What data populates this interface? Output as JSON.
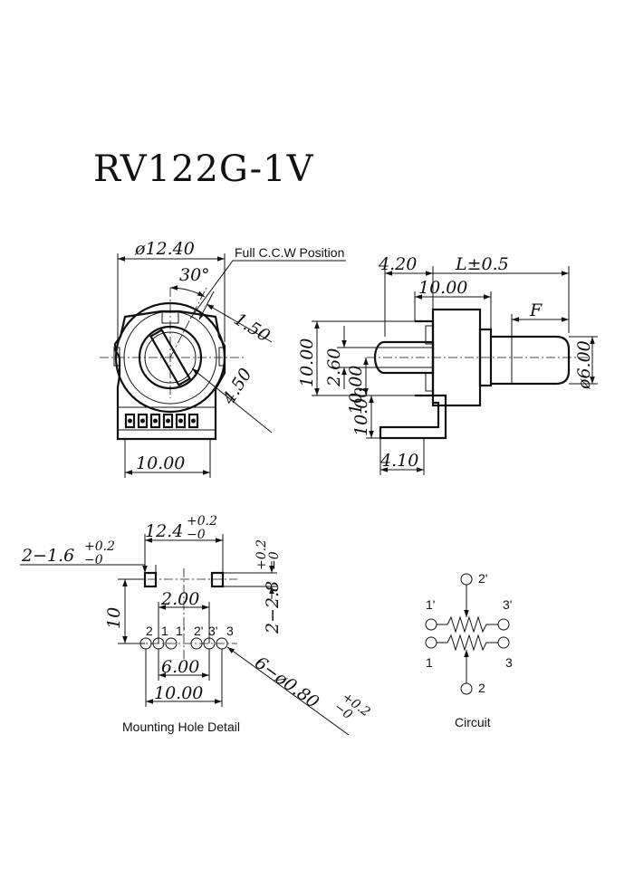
{
  "title": "RV122G-1V",
  "front_view": {
    "diameter": "ø12.40",
    "angle": "30°",
    "ccw_label": "Full C.C.W Position",
    "dim_150": "1.50",
    "dim_450": "4.50",
    "dim_1000": "10.00"
  },
  "side_view": {
    "dim_420": "4.20",
    "dim_length": "L±0.5",
    "dim_1000_top": "10.00",
    "dim_f": "F",
    "dim_1000_left": "10.00",
    "dim_260": "2.60",
    "dim_1000_mid": "10.00",
    "dim_1000_low": "10.00",
    "dim_shaft": "ø6.00",
    "dim_410": "4.10"
  },
  "mounting": {
    "label": "Mounting Hole Detail",
    "dim_124": "12.4",
    "tol_124": [
      "+0.2",
      "−0"
    ],
    "dim_holes": "2−1.6",
    "tol_holes": [
      "+0.2",
      "−0"
    ],
    "dim_side": "2−2.8",
    "tol_side": [
      "+0.2",
      "−0"
    ],
    "dim_10": "10",
    "dim_200": "2.00",
    "dim_600": "6.00",
    "dim_1000": "10.00",
    "dim_pins": "6−ø0.80",
    "tol_pins": [
      "+0.2",
      "−0"
    ],
    "pins": [
      "2",
      "1",
      "1'",
      "2'",
      "3'",
      "3"
    ]
  },
  "circuit": {
    "label": "Circuit",
    "pins": {
      "p2_top": "2'",
      "p1_top": "1'",
      "p3_top": "3'",
      "p1_bottom": "1",
      "p3_bottom": "3",
      "p2_bottom": "2"
    }
  }
}
